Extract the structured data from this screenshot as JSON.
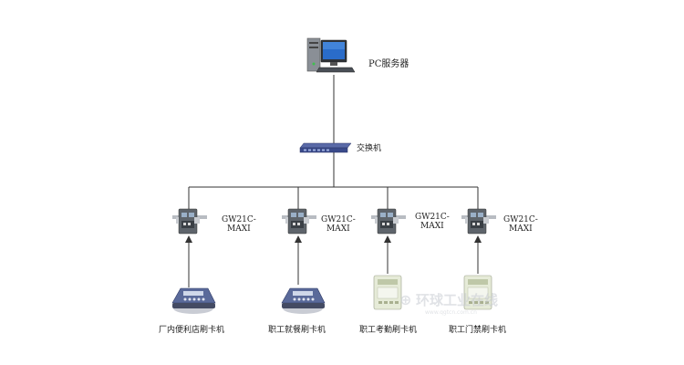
{
  "server": {
    "label": "PC服务器",
    "icon": "pc-server-icon"
  },
  "switch": {
    "label": "交换机",
    "icon": "network-switch-icon"
  },
  "gateways": [
    {
      "model_line1": "GW21C-",
      "model_line2": "MAXI",
      "icon": "gateway-module-icon"
    },
    {
      "model_line1": "GW21C-",
      "model_line2": "MAXI",
      "icon": "gateway-module-icon"
    },
    {
      "model_line1": "GW21C-",
      "model_line2": "MAXI",
      "icon": "gateway-module-icon"
    },
    {
      "model_line1": "GW21C-",
      "model_line2": "MAXI",
      "icon": "gateway-module-icon"
    }
  ],
  "terminals": [
    {
      "label": "厂内便利店刷卡机",
      "icon": "card-reader-icon",
      "style": "pos"
    },
    {
      "label": "职工就餐刷卡机",
      "icon": "card-reader-icon",
      "style": "pos"
    },
    {
      "label": "职工考勤刷卡机",
      "icon": "attendance-terminal-icon",
      "style": "wall"
    },
    {
      "label": "职工门禁刷卡机",
      "icon": "access-control-terminal-icon",
      "style": "wall"
    }
  ],
  "watermark": {
    "text": "环球工业在线",
    "sub": "www.qgtcn.com.cn"
  },
  "colors": {
    "line": "#333333",
    "switch_body": "#3a4a8a",
    "pos_body": "#5a6a9a",
    "wall_body": "#e6ebd8"
  }
}
